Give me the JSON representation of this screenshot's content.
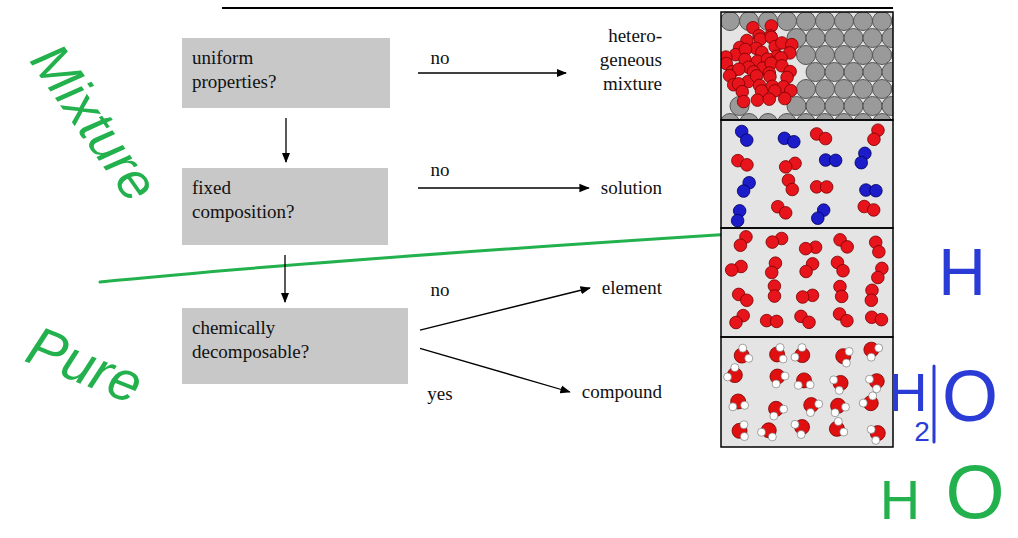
{
  "diagram": {
    "nodes": [
      {
        "text": [
          "uniform properties?"
        ]
      },
      {
        "text": [
          "hetero- geneous mixture"
        ]
      },
      {
        "text": [
          "fixed composition?"
        ]
      },
      {
        "text": [
          "solution"
        ]
      },
      {
        "text": [
          "chemically decomposable?"
        ]
      },
      {
        "text": [
          "element"
        ]
      },
      {
        "text": [
          "compound"
        ]
      }
    ],
    "edges": [
      {
        "from": 0,
        "to": 1,
        "arrow": "to",
        "label": "no"
      },
      {
        "from": 0,
        "to": 2,
        "arrow": "to"
      },
      {
        "from": 2,
        "to": 3,
        "arrow": "to",
        "label": "no"
      },
      {
        "from": 2,
        "to": 4,
        "arrow": "to"
      },
      {
        "from": 4,
        "to": 5,
        "arrow": "to",
        "label": "no"
      },
      {
        "from": 4,
        "to": 6,
        "arrow": "to",
        "label": "yes"
      }
    ],
    "labels": [
      "Mixture",
      "Pure",
      "H",
      "H",
      "2",
      "O",
      "H",
      "O"
    ]
  }
}
